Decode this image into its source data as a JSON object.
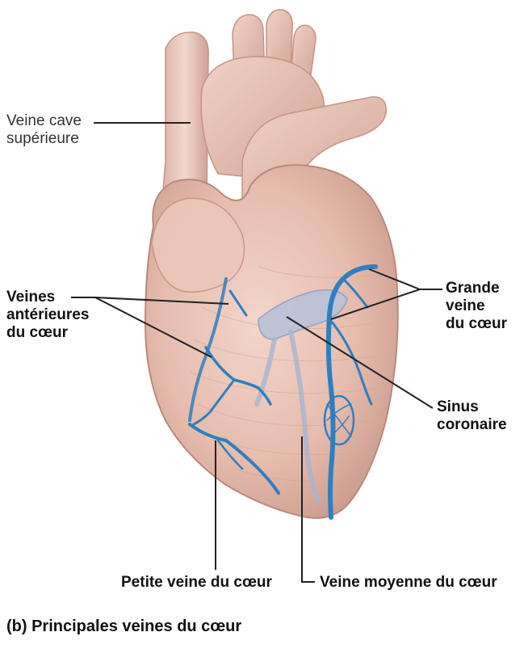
{
  "labels": {
    "superior_vena_cava": [
      "Veine cave",
      "supérieure"
    ],
    "anterior_veins": [
      "Veines",
      "antérieures",
      "du cœur"
    ],
    "great_cardiac_vein": [
      "Grande",
      "veine",
      "du cœur"
    ],
    "coronary_sinus": [
      "Sinus",
      "coronaire"
    ],
    "small_cardiac_vein": "Petite veine du cœur",
    "middle_cardiac_vein": "Veine moyenne du cœur"
  },
  "caption": "(b) Principales veines du cœur",
  "colors": {
    "heart_tissue": "#e8c2b4",
    "heart_shadow": "#c99a8c",
    "vein_blue": "#2f7fc0",
    "vein_dark": "#1e5f99",
    "leader_line": "#222222"
  }
}
